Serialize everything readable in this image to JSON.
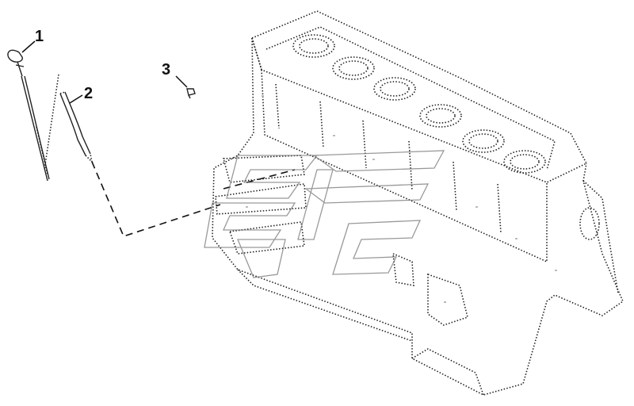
{
  "callouts": [
    {
      "id": "1",
      "label": "1"
    },
    {
      "id": "2",
      "label": "2"
    },
    {
      "id": "3",
      "label": "3"
    }
  ],
  "colors": {
    "line": "#222222",
    "background": "#ffffff",
    "watermark": "#777777"
  }
}
